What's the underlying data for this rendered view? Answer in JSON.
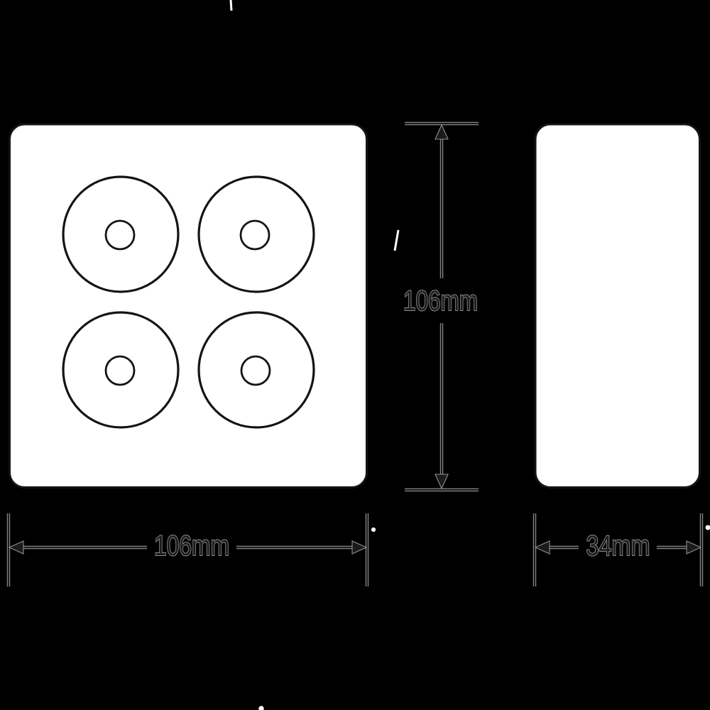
{
  "figure": {
    "views": {
      "front": {
        "knobs": 4
      },
      "side": {
        "panels": 1
      }
    },
    "dimensions": {
      "height": {
        "label": "106mm"
      },
      "width": {
        "label": "106mm"
      },
      "depth": {
        "label": "34mm"
      }
    },
    "colors": {
      "background": "#000000",
      "plate_fill": "#ffffff",
      "plate_outline": "#141414",
      "dimension_core": "#1b1b1b",
      "dimension_halo": "#8f8f8f",
      "artifact_marks": "#ffffff"
    }
  }
}
